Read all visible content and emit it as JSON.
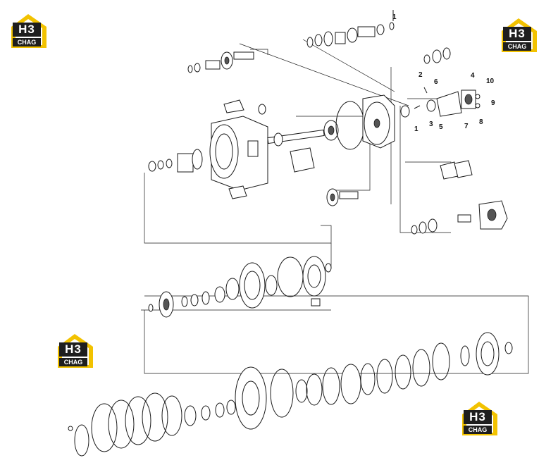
{
  "watermark": {
    "brand_main": "H3",
    "brand_sub": "CHAG",
    "accent_color": "#f2c200",
    "dark_color": "#1e1e1e"
  },
  "callouts": [
    "1",
    "2",
    "3",
    "4",
    "5",
    "6",
    "7",
    "8",
    "9",
    "10",
    "1"
  ]
}
